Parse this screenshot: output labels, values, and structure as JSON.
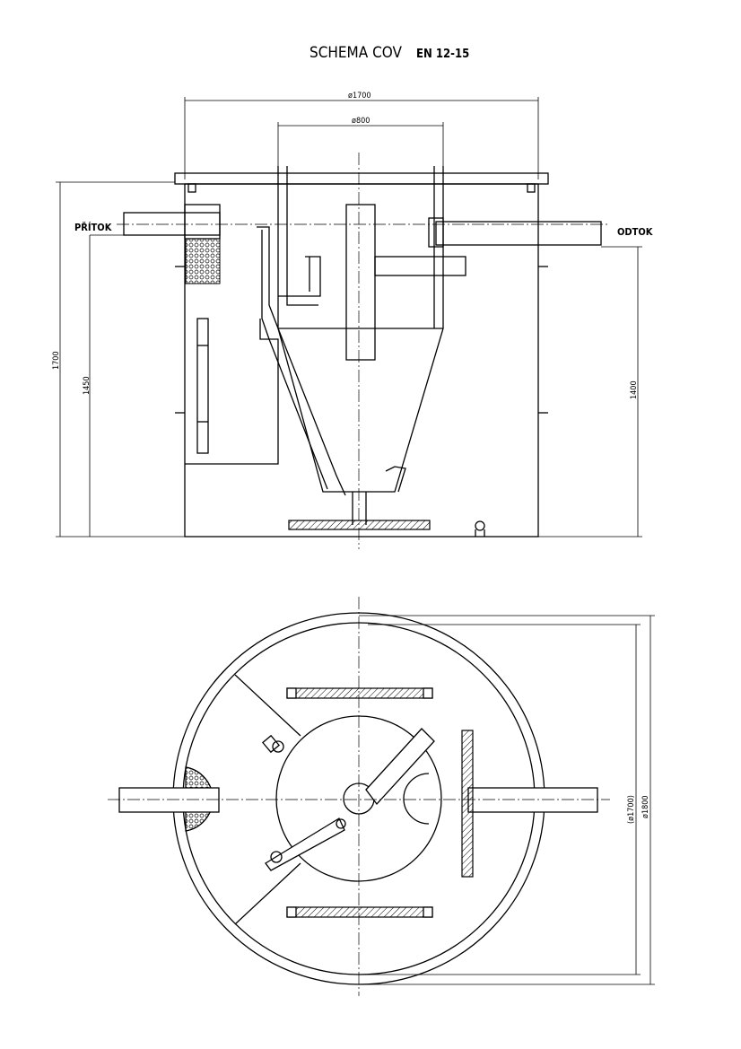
{
  "title": "SCHEMA COV",
  "subtitle": "EN 12-15",
  "side_view": {
    "dim_outer_diameter": "ø1700",
    "dim_inner_diameter": "ø800",
    "dim_total_height": "1700",
    "dim_inlet_height": "1450",
    "dim_outlet_height": "1400",
    "inlet_label": "PŘÍTOK",
    "outlet_label": "ODTOK"
  },
  "top_view": {
    "dim_inner_diameter": "(ø1700)",
    "dim_outer_diameter": "ø1800"
  }
}
